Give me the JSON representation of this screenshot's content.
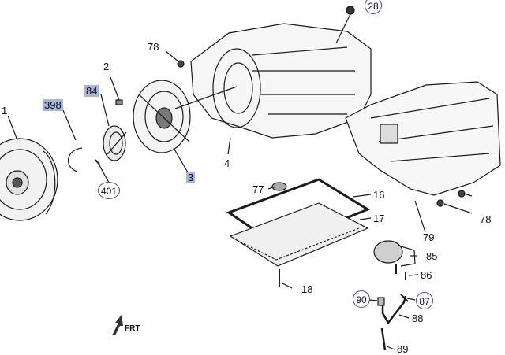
{
  "diagram": {
    "callouts": [
      {
        "id": "c28",
        "text": "28",
        "style": "circle"
      },
      {
        "id": "c78a",
        "text": "78",
        "style": "plain"
      },
      {
        "id": "c2",
        "text": "2",
        "style": "plain"
      },
      {
        "id": "c84",
        "text": "84",
        "style": "highlight"
      },
      {
        "id": "c398",
        "text": "398",
        "style": "highlight"
      },
      {
        "id": "c1",
        "text": "1",
        "style": "plain"
      },
      {
        "id": "c3",
        "text": "3",
        "style": "highlight"
      },
      {
        "id": "c401",
        "text": "401",
        "style": "circle"
      },
      {
        "id": "c4",
        "text": "4",
        "style": "plain"
      },
      {
        "id": "c77",
        "text": "77",
        "style": "plain"
      },
      {
        "id": "c16",
        "text": "16",
        "style": "plain"
      },
      {
        "id": "c17",
        "text": "17",
        "style": "plain"
      },
      {
        "id": "c79",
        "text": "79",
        "style": "plain"
      },
      {
        "id": "c78b",
        "text": "78",
        "style": "plain"
      },
      {
        "id": "c85",
        "text": "85",
        "style": "plain"
      },
      {
        "id": "c86",
        "text": "86",
        "style": "plain"
      },
      {
        "id": "c18",
        "text": "18",
        "style": "plain"
      },
      {
        "id": "c90",
        "text": "90",
        "style": "circle"
      },
      {
        "id": "c87",
        "text": "87",
        "style": "circle"
      },
      {
        "id": "c88",
        "text": "88",
        "style": "plain"
      },
      {
        "id": "c89",
        "text": "89",
        "style": "plain"
      }
    ],
    "direction_marker": {
      "text": "FRT"
    },
    "colors": {
      "line": "#1a1a1a",
      "highlight": "#a7b4dc",
      "circle": "#3a4fa8"
    }
  }
}
